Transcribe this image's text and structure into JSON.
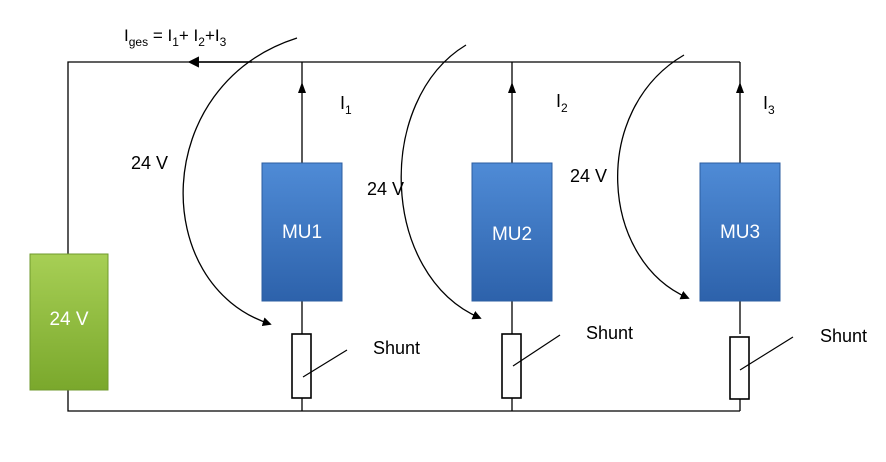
{
  "formula": {
    "lhs_base": "I",
    "lhs_sub": "ges",
    "eq": " = ",
    "t1_base": "I",
    "t1_sub": "1",
    "plus1": "+ ",
    "t2_base": "I",
    "t2_sub": "2",
    "plus2": "+",
    "t3_base": "I",
    "t3_sub": "3"
  },
  "battery": {
    "label": "24 V",
    "color": "#8fbc3a"
  },
  "voltage_labels": [
    "24 V",
    "24 V",
    "24 V"
  ],
  "units": [
    {
      "label": "MU1",
      "current_base": "I",
      "current_sub": "1",
      "shunt": "Shunt"
    },
    {
      "label": "MU2",
      "current_base": "I",
      "current_sub": "2",
      "shunt": "Shunt"
    },
    {
      "label": "MU3",
      "current_base": "I",
      "current_sub": "3",
      "shunt": "Shunt"
    }
  ],
  "colors": {
    "unit_box": "#3a76c4",
    "wire": "#000000"
  }
}
